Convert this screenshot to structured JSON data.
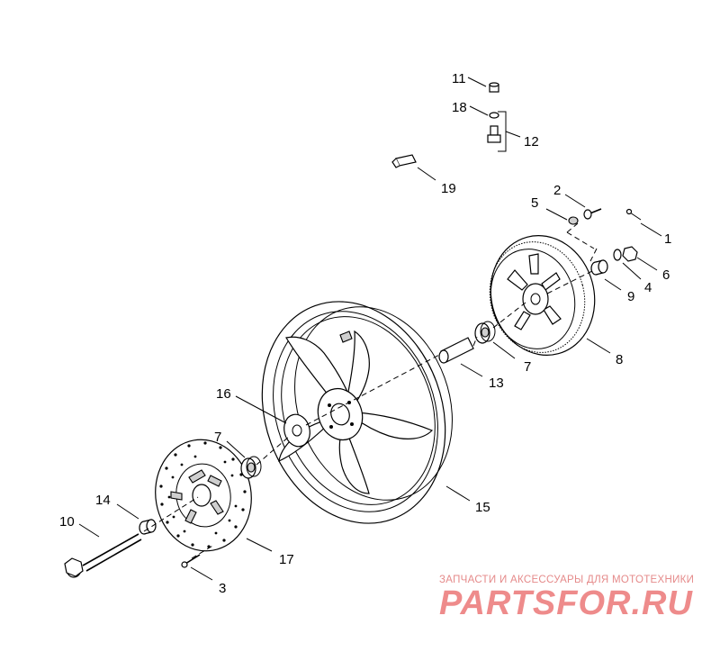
{
  "callouts": {
    "c1": "1",
    "c2": "2",
    "c3": "3",
    "c4": "4",
    "c5": "5",
    "c6": "6",
    "c7a": "7",
    "c7b": "7",
    "c8": "8",
    "c9": "9",
    "c10": "10",
    "c11": "11",
    "c12": "12",
    "c13": "13",
    "c14": "14",
    "c15": "15",
    "c16": "16",
    "c17": "17",
    "c18": "18",
    "c19": "19"
  },
  "watermark": {
    "tagline": "ЗАПЧАСТИ И АКСЕССУАРЫ ДЛЯ МОТОТЕХНИКИ",
    "brand": "PARTSFOR.RU"
  },
  "colors": {
    "ink": "#000000",
    "watermark": "#ee8b8b"
  }
}
